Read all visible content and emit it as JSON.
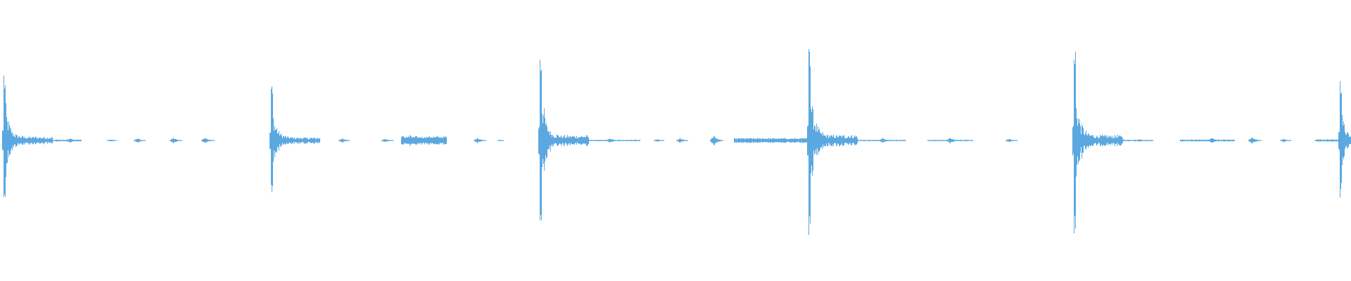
{
  "waveform": {
    "color": "#5ba8e0",
    "background": "#ffffff",
    "duration_seconds": 30,
    "peak_amplitude": 1.0,
    "transients": [
      {
        "time": 0.08,
        "amplitude": 0.55
      },
      {
        "time": 6.02,
        "amplitude": 0.45
      },
      {
        "time": 11.98,
        "amplitude": 0.72
      },
      {
        "time": 17.95,
        "amplitude": 0.78
      },
      {
        "time": 23.85,
        "amplitude": 0.76
      },
      {
        "time": 29.75,
        "amplitude": 0.48
      }
    ],
    "small_blips": [
      {
        "time": 1.55,
        "amplitude": 0.02
      },
      {
        "time": 2.45,
        "amplitude": 0.01
      },
      {
        "time": 3.05,
        "amplitude": 0.02
      },
      {
        "time": 3.85,
        "amplitude": 0.025
      },
      {
        "time": 4.55,
        "amplitude": 0.025
      },
      {
        "time": 7.6,
        "amplitude": 0.018
      },
      {
        "time": 8.55,
        "amplitude": 0.015
      },
      {
        "time": 9.1,
        "amplitude": 0.05
      },
      {
        "time": 10.6,
        "amplitude": 0.025
      },
      {
        "time": 11.1,
        "amplitude": 0.006
      },
      {
        "time": 13.55,
        "amplitude": 0.02
      },
      {
        "time": 14.6,
        "amplitude": 0.012
      },
      {
        "time": 15.1,
        "amplitude": 0.02
      },
      {
        "time": 15.85,
        "amplitude": 0.045
      },
      {
        "time": 16.6,
        "amplitude": 0.025
      },
      {
        "time": 19.6,
        "amplitude": 0.02
      },
      {
        "time": 21.1,
        "amplitude": 0.025
      },
      {
        "time": 22.4,
        "amplitude": 0.015
      },
      {
        "time": 25.3,
        "amplitude": 0.012
      },
      {
        "time": 26.9,
        "amplitude": 0.025
      },
      {
        "time": 27.8,
        "amplitude": 0.03
      },
      {
        "time": 28.5,
        "amplitude": 0.015
      }
    ],
    "sustained_segments": [
      {
        "start": 1.0,
        "end": 1.8,
        "amplitude": 0.008
      },
      {
        "start": 8.9,
        "end": 9.9,
        "amplitude": 0.035
      },
      {
        "start": 12.5,
        "end": 14.2,
        "amplitude": 0.006
      },
      {
        "start": 16.3,
        "end": 17.9,
        "amplitude": 0.02
      },
      {
        "start": 18.3,
        "end": 20.1,
        "amplitude": 0.006
      },
      {
        "start": 20.6,
        "end": 21.6,
        "amplitude": 0.006
      },
      {
        "start": 24.3,
        "end": 25.6,
        "amplitude": 0.006
      },
      {
        "start": 26.2,
        "end": 27.4,
        "amplitude": 0.008
      },
      {
        "start": 29.2,
        "end": 30.0,
        "amplitude": 0.01
      }
    ]
  }
}
